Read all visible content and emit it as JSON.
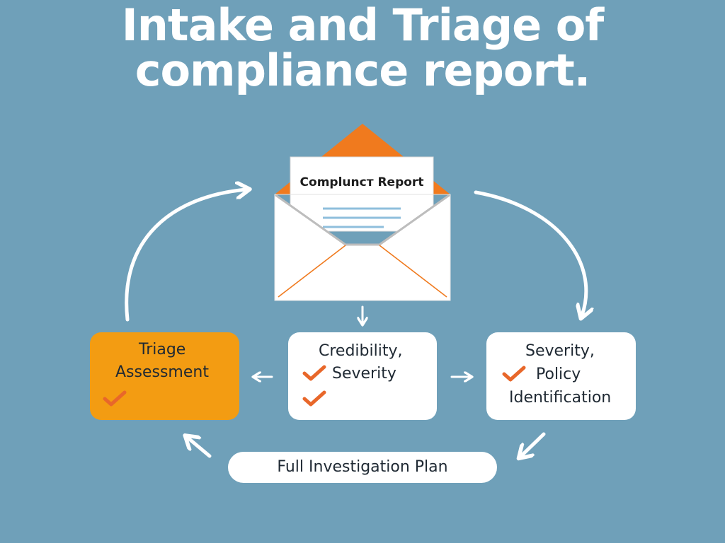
{
  "title": {
    "line1": "Intake and Triage of",
    "line2": "compliance report."
  },
  "report": {
    "label": "Compluncт Report",
    "icon": "envelope-icon"
  },
  "nodes": {
    "triage": {
      "line1": "Triage",
      "line2": "Assessment"
    },
    "credibility": {
      "line1": "Credibility,",
      "line2": "Severity"
    },
    "severity": {
      "line1": "Severity,",
      "line2": "Policy",
      "line3": "Identification"
    }
  },
  "bottom": {
    "label": "Full Investigation Plan"
  },
  "colors": {
    "background": "#6fa0b9",
    "accent": "#f07a1e",
    "triage_fill": "#f39c12",
    "node_fill": "#ffffff",
    "check": "#e8672a"
  }
}
